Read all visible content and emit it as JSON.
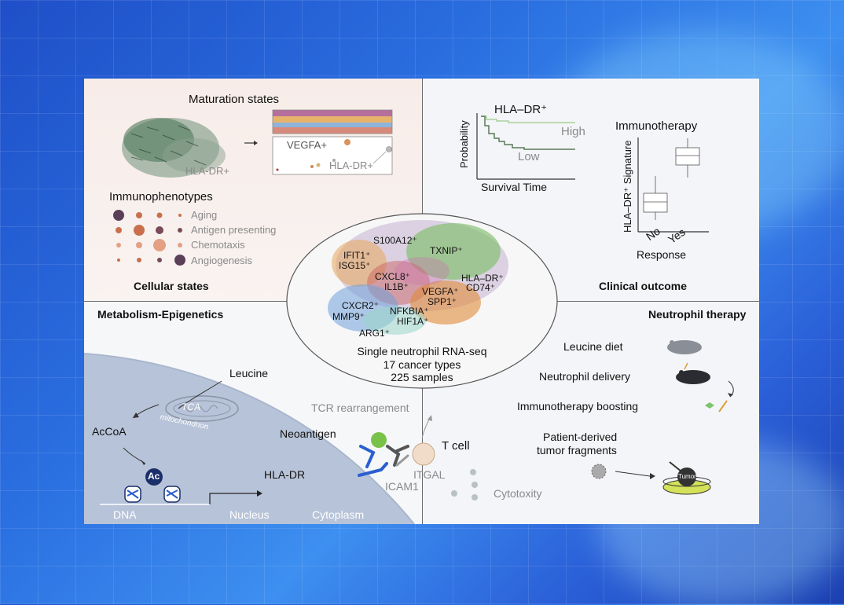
{
  "colors": {
    "background": "#2a6ee0",
    "card": "#fbfbfc",
    "aging": "#5a3a5a",
    "antigen": "#c86a4a",
    "chemotaxis": "#e09a7a",
    "angiogenesis": "#7a4a5a"
  },
  "top_left": {
    "maturation_title": "Maturation states",
    "hla_label": "HLA-DR+",
    "vegfa_label": "VEGFA+",
    "hla_label2": "HLA-DR+",
    "immuno_title": "Immunophenotypes",
    "legend": [
      "Aging",
      "Antigen presenting",
      "Chemotaxis",
      "Angiogenesis"
    ],
    "section_title": "Cellular states"
  },
  "top_right": {
    "km_title": "HLA–DR⁺",
    "km_ylabel": "Probability",
    "km_xlabel": "Survival Time",
    "km_high": "High",
    "km_low": "Low",
    "immuno_title": "Immunotherapy",
    "box_ylabel": "HLA–DR⁺ Signature",
    "box_no": "No",
    "box_yes": "Yes",
    "box_xlabel": "Response",
    "section_title": "Clinical outcome"
  },
  "center": {
    "genes": [
      "S100A12⁺",
      "TXNIP⁺",
      "IFIT1⁺",
      "ISG15⁺",
      "CXCL8⁺",
      "IL1B⁺",
      "HLA–DR⁺",
      "CD74⁺",
      "VEGFA⁺",
      "SPP1⁺",
      "CXCR2⁺",
      "MMP9⁺",
      "NFKBIA⁺",
      "HIF1A⁺",
      "ARG1⁺"
    ],
    "line1": "Single neutrophil RNA-seq",
    "line2": "17 cancer types",
    "line3": "225 samples"
  },
  "bottom_left": {
    "section_title": "Metabolism-Epigenetics",
    "leucine": "Leucine",
    "tca": "TCA",
    "mito": "mitochondrion",
    "accoa": "AcCoA",
    "ac": "Ac",
    "hla": "HLA-DR",
    "dna": "DNA",
    "nucleus": "Nucleus",
    "cytoplasm": "Cytoplasm",
    "tcr": "TCR rearrangement",
    "neoantigen": "Neoantigen",
    "tcell": "T cell",
    "itgal": "ITGAL",
    "icam1": "ICAM1",
    "cytotoxity": "Cytotoxity"
  },
  "bottom_right": {
    "section_title": "Neutrophil therapy",
    "leucine_diet": "Leucine diet",
    "delivery": "Neutrophil delivery",
    "boosting": "Immunotherapy boosting",
    "pdtf1": "Patient-derived",
    "pdtf2": "tumor fragments",
    "tumor": "Tumor"
  }
}
